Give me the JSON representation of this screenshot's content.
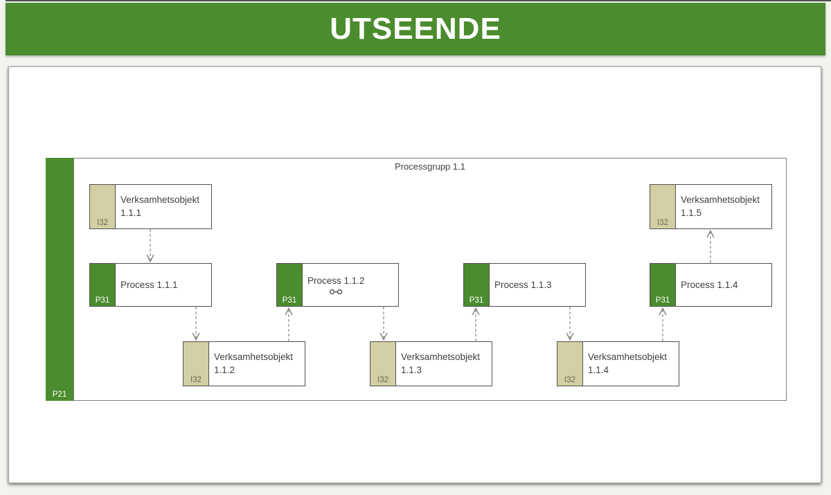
{
  "header": {
    "title": "UTSEENDE"
  },
  "diagram": {
    "group_label": "Processgrupp 1.1",
    "group_badge": "P21",
    "objects": [
      {
        "line1": "Verksamhetsobjekt",
        "line2": "1.1.1",
        "badge": "I32"
      },
      {
        "line1": "Verksamhetsobjekt",
        "line2": "1.1.2",
        "badge": "I32"
      },
      {
        "line1": "Verksamhetsobjekt",
        "line2": "1.1.3",
        "badge": "I32"
      },
      {
        "line1": "Verksamhetsobjekt",
        "line2": "1.1.4",
        "badge": "I32"
      },
      {
        "line1": "Verksamhetsobjekt",
        "line2": "1.1.5",
        "badge": "I32"
      }
    ],
    "processes": [
      {
        "label": "Process 1.1.1",
        "badge": "P31"
      },
      {
        "label": "Process 1.1.2",
        "badge": "P31",
        "icon": "link-icon"
      },
      {
        "label": "Process 1.1.3",
        "badge": "P31"
      },
      {
        "label": "Process 1.1.4",
        "badge": "P31"
      }
    ],
    "colors": {
      "green": "#4a8c2e",
      "tan": "#d2cfa4",
      "arrow": "#858585"
    }
  }
}
